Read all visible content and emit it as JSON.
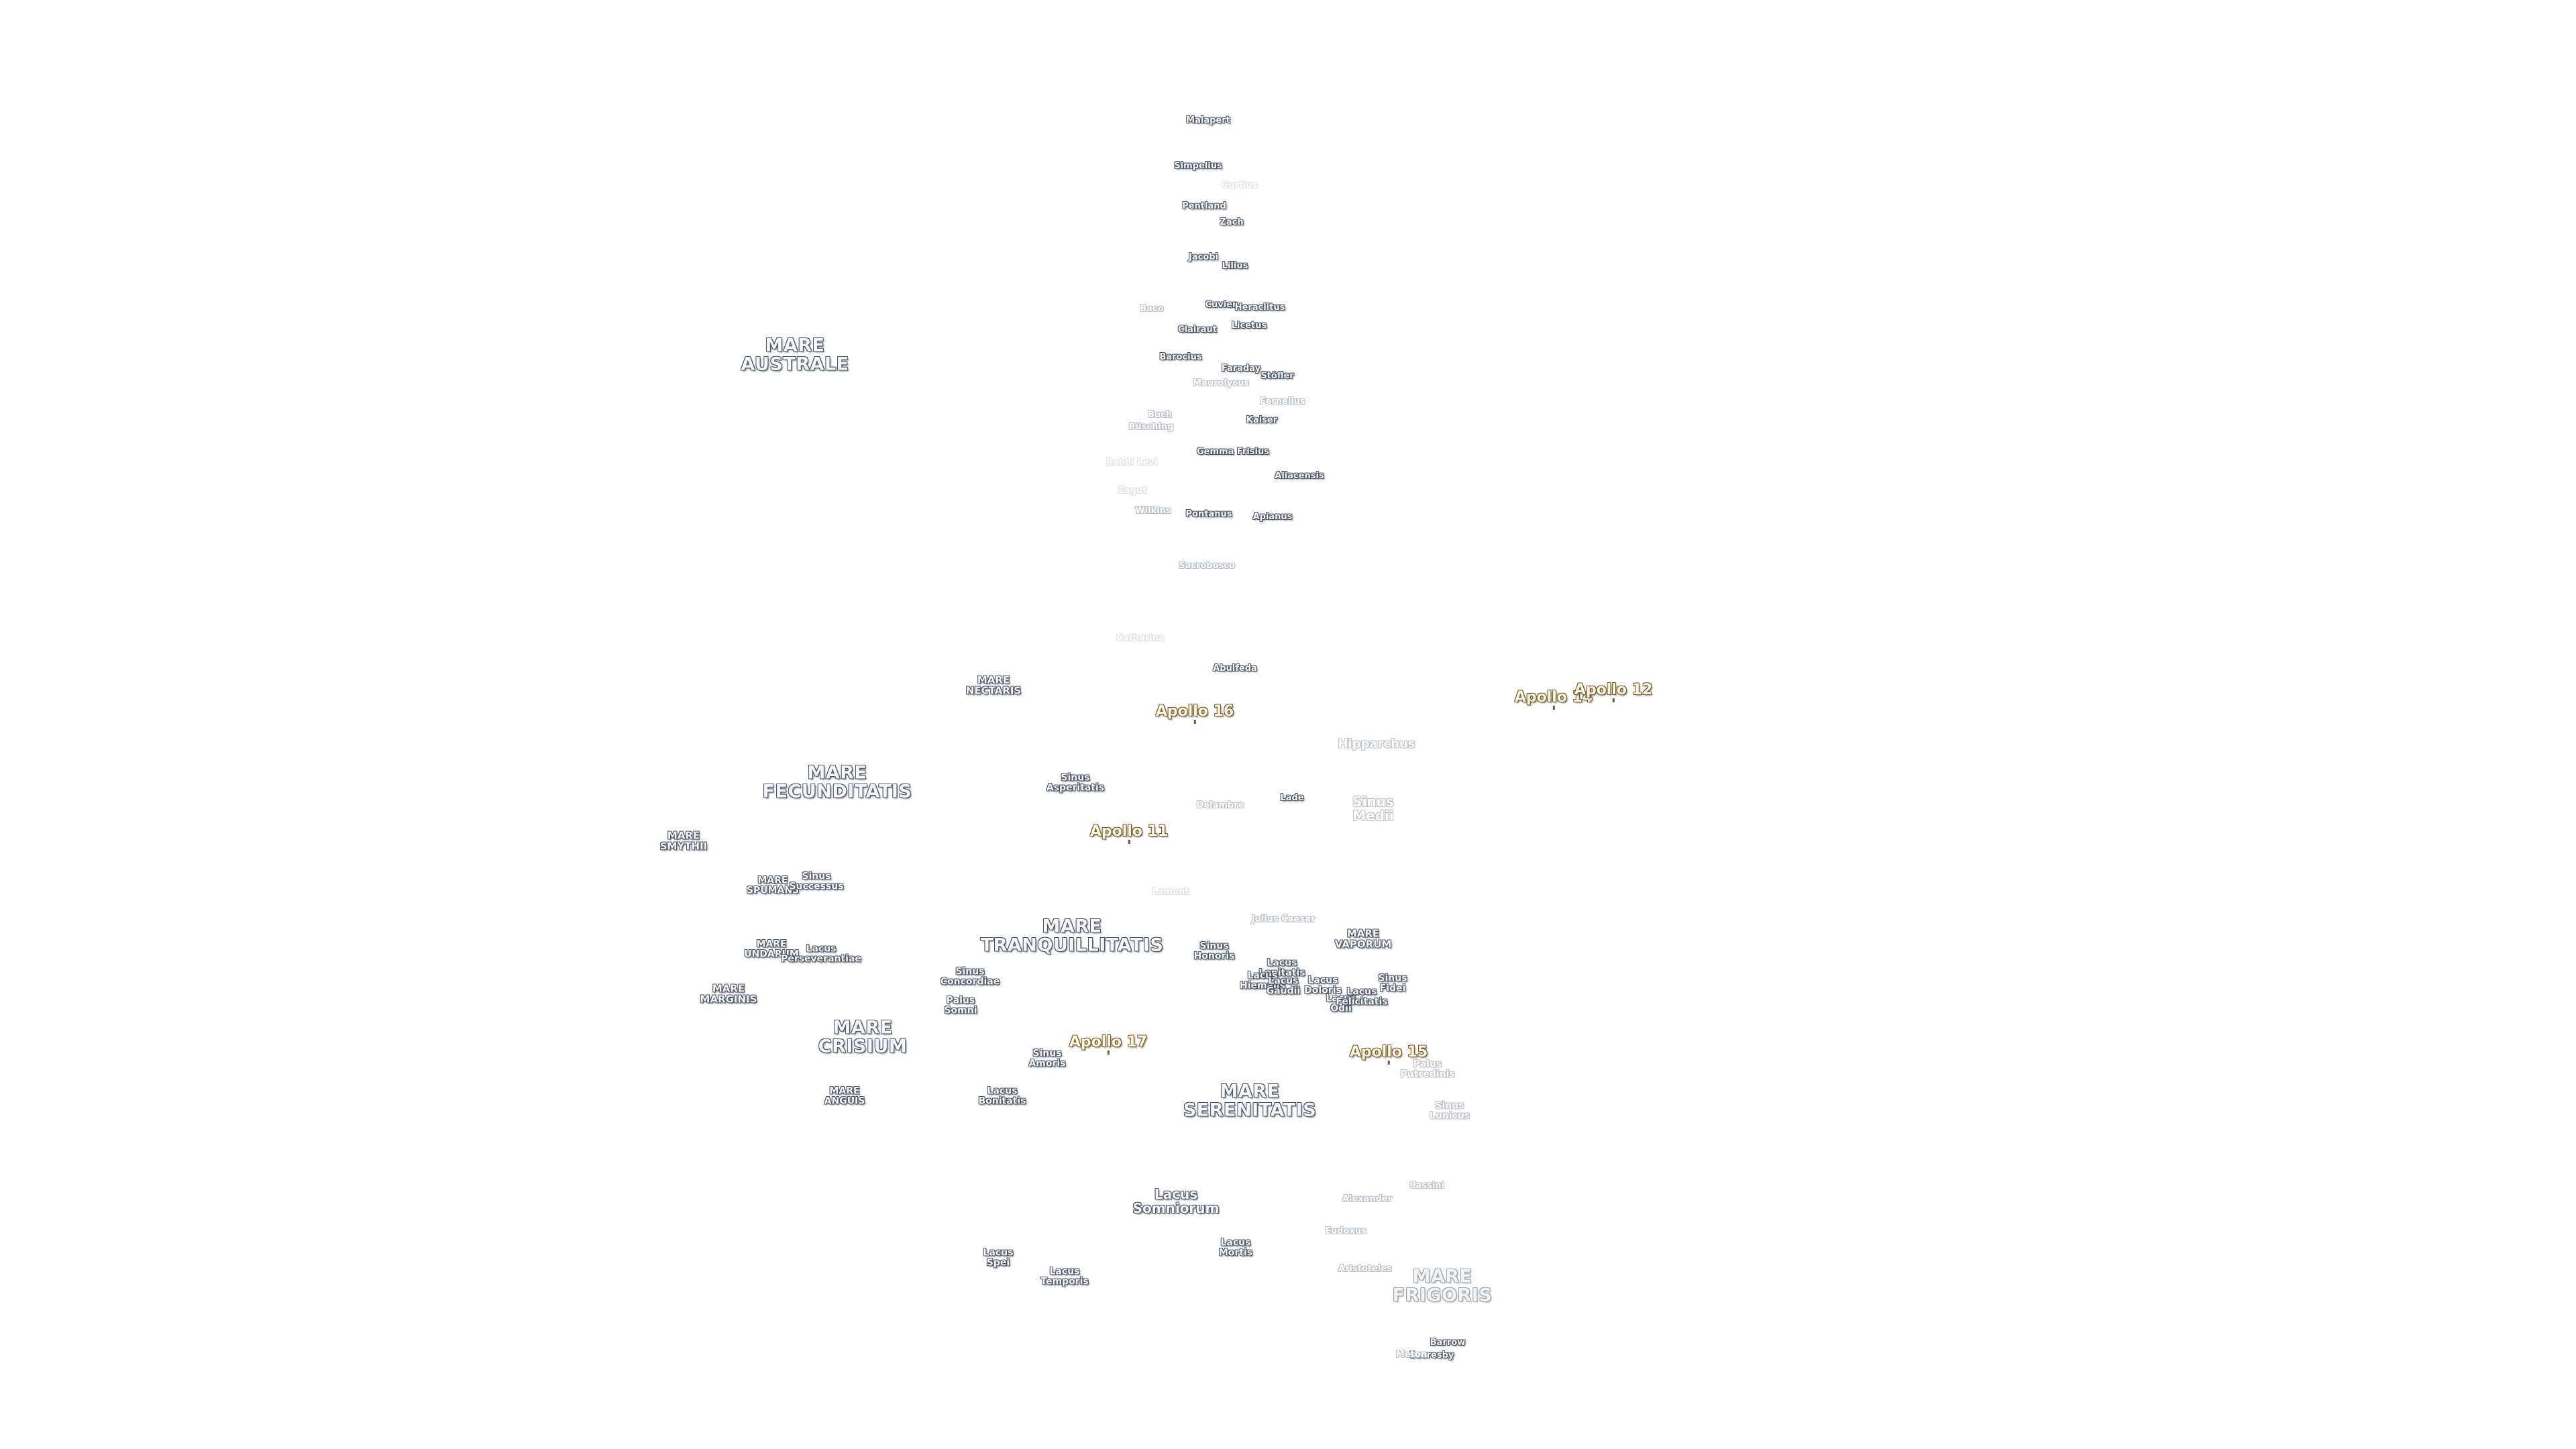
{
  "map": {
    "labels": [
      {
        "id": "mare-australe",
        "text": "MARE\nAUSTRALE",
        "kind": "mare"
      },
      {
        "id": "mare-nectaris",
        "text": "MARE\nNECTARIS",
        "kind": "mare-sm"
      },
      {
        "id": "mare-fecunditatis",
        "text": "MARE\nFECUNDITATIS",
        "kind": "mare"
      },
      {
        "id": "mare-smythii",
        "text": "MARE\nSMYTHII",
        "kind": "mare-sm"
      },
      {
        "id": "mare-spumans",
        "text": "MARE\nSPUMANS",
        "kind": "sinus"
      },
      {
        "id": "sinus-successus",
        "text": "Sinus\nSuccessus",
        "kind": "sinus"
      },
      {
        "id": "mare-undarum",
        "text": "MARE\nUNDARUM",
        "kind": "sinus"
      },
      {
        "id": "lacus-perseverantiae",
        "text": "Lacus\nPerseverantiae",
        "kind": "sinus"
      },
      {
        "id": "mare-marginis",
        "text": "MARE\nMARGINIS",
        "kind": "mare-sm"
      },
      {
        "id": "mare-crisium",
        "text": "MARE\nCRISIUM",
        "kind": "mare"
      },
      {
        "id": "mare-anguis",
        "text": "MARE\nANGUIS",
        "kind": "sinus"
      },
      {
        "id": "mare-tranquillitatis",
        "text": "MARE\nTRANQUILLITATIS",
        "kind": "mare"
      },
      {
        "id": "sinus-asperitatis",
        "text": "Sinus\nAsperitatis",
        "kind": "sinus"
      },
      {
        "id": "sinus-concordiae",
        "text": "Sinus\nConcordiae",
        "kind": "sinus"
      },
      {
        "id": "palus-somni",
        "text": "Palus\nSomni",
        "kind": "sinus"
      },
      {
        "id": "sinus-amoris",
        "text": "Sinus\nAmoris",
        "kind": "sinus"
      },
      {
        "id": "lacus-bonitatis",
        "text": "Lacus\nBonitatis",
        "kind": "sinus"
      },
      {
        "id": "mare-serenitatis",
        "text": "MARE\nSERENITATIS",
        "kind": "mare"
      },
      {
        "id": "mare-vaporum",
        "text": "MARE\nVAPORUM",
        "kind": "mare-sm"
      },
      {
        "id": "sinus-honoris",
        "text": "Sinus\nHonoris",
        "kind": "sinus"
      },
      {
        "id": "lacus-lenitatis",
        "text": "Lacus\nLenitatis",
        "kind": "sinus"
      },
      {
        "id": "lacus-hiemalis",
        "text": "Lacus\nHiemalis",
        "kind": "sinus"
      },
      {
        "id": "lacus-gaudii",
        "text": "Lacus\nGaudii",
        "kind": "sinus"
      },
      {
        "id": "lacus-doloris",
        "text": "Lacus\nDoloris",
        "kind": "sinus"
      },
      {
        "id": "lacus-odii",
        "text": "Lacus\nOdii",
        "kind": "sinus"
      },
      {
        "id": "lacus-felicitatis",
        "text": "Lacus\nFelicitatis",
        "kind": "sinus"
      },
      {
        "id": "sinus-fidei",
        "text": "Sinus\nFidei",
        "kind": "sinus"
      },
      {
        "id": "sinus-medii",
        "text": "Sinus\nMedii",
        "kind": "lake",
        "faded": true
      },
      {
        "id": "palus-putredinis",
        "text": "Palus\nPutredinis",
        "kind": "sinus",
        "faded": true
      },
      {
        "id": "sinus-lunicus",
        "text": "Sinus\nLunicus",
        "kind": "sinus",
        "faded": true
      },
      {
        "id": "lacus-somniorum",
        "text": "Lacus\nSomniorum",
        "kind": "lake"
      },
      {
        "id": "lacus-spei",
        "text": "Lacus\nSpei",
        "kind": "sinus"
      },
      {
        "id": "lacus-temporis",
        "text": "Lacus\nTemporis",
        "kind": "sinus"
      },
      {
        "id": "lacus-mortis",
        "text": "Lacus\nMortis",
        "kind": "sinus"
      },
      {
        "id": "mare-frigoris",
        "text": "MARE\nFRIGORIS",
        "kind": "mare",
        "light": true
      },
      {
        "id": "apollo-16",
        "text": "Apollo 16",
        "kind": "apollo"
      },
      {
        "id": "apollo-11",
        "text": "Apollo 11",
        "kind": "apollo"
      },
      {
        "id": "apollo-17",
        "text": "Apollo 17",
        "kind": "apollo"
      },
      {
        "id": "apollo-15",
        "text": "Apollo 15",
        "kind": "apollo"
      },
      {
        "id": "apollo-14",
        "text": "Apollo 14",
        "kind": "apollo"
      },
      {
        "id": "apollo-12",
        "text": "Apollo 12",
        "kind": "apollo"
      },
      {
        "id": "malapert",
        "text": "Malapert",
        "kind": "crater"
      },
      {
        "id": "simpelius",
        "text": "Simpelius",
        "kind": "crater"
      },
      {
        "id": "curtius",
        "text": "Curtius",
        "kind": "crater",
        "faded": "very"
      },
      {
        "id": "pentland",
        "text": "Pentland",
        "kind": "crater"
      },
      {
        "id": "zach",
        "text": "Zach",
        "kind": "crater"
      },
      {
        "id": "jacobi",
        "text": "Jacobi",
        "kind": "crater"
      },
      {
        "id": "lilius",
        "text": "Lilius",
        "kind": "crater"
      },
      {
        "id": "baco",
        "text": "Baco",
        "kind": "crater",
        "faded": true
      },
      {
        "id": "cuvier",
        "text": "Cuvier",
        "kind": "crater"
      },
      {
        "id": "heraclitus",
        "text": "Heraclitus",
        "kind": "crater"
      },
      {
        "id": "clairaut",
        "text": "Clairaut",
        "kind": "crater"
      },
      {
        "id": "licetus",
        "text": "Licetus",
        "kind": "crater"
      },
      {
        "id": "barocius",
        "text": "Barocius",
        "kind": "crater"
      },
      {
        "id": "faraday",
        "text": "Faraday",
        "kind": "crater"
      },
      {
        "id": "stoefler",
        "text": "Stöfler",
        "kind": "crater"
      },
      {
        "id": "maurolycus",
        "text": "Maurolycus",
        "kind": "crater",
        "faded": true
      },
      {
        "id": "fernelius",
        "text": "Fernelius",
        "kind": "crater",
        "faded": true
      },
      {
        "id": "buch",
        "text": "Buch",
        "kind": "crater",
        "faded": true
      },
      {
        "id": "busching",
        "text": "Büsching",
        "kind": "crater",
        "faded": true
      },
      {
        "id": "kaiser",
        "text": "Kaiser",
        "kind": "crater"
      },
      {
        "id": "gemma-frisius",
        "text": "Gemma Frisius",
        "kind": "crater"
      },
      {
        "id": "aliacensis",
        "text": "Aliacensis",
        "kind": "crater"
      },
      {
        "id": "rabbi-levi",
        "text": "Rabbi Levi",
        "kind": "crater",
        "faded": "very"
      },
      {
        "id": "zagut",
        "text": "Zagut",
        "kind": "crater",
        "faded": "very"
      },
      {
        "id": "wilkins",
        "text": "Wilkins",
        "kind": "crater",
        "faded": true
      },
      {
        "id": "pontanus",
        "text": "Pontanus",
        "kind": "crater"
      },
      {
        "id": "apianus",
        "text": "Apianus",
        "kind": "crater"
      },
      {
        "id": "sacrobosco",
        "text": "Sacrobosco",
        "kind": "crater",
        "faded": true
      },
      {
        "id": "catharina",
        "text": "Catharina",
        "kind": "crater",
        "faded": "very"
      },
      {
        "id": "abulfeda",
        "text": "Abulfeda",
        "kind": "crater"
      },
      {
        "id": "hipparchus",
        "text": "Hipparchus",
        "kind": "crater-lg",
        "faded": true
      },
      {
        "id": "delambre",
        "text": "Delambre",
        "kind": "crater",
        "faded": true
      },
      {
        "id": "lade",
        "text": "Lade",
        "kind": "crater"
      },
      {
        "id": "lamont",
        "text": "Lamont",
        "kind": "crater",
        "faded": "very"
      },
      {
        "id": "julius-caesar",
        "text": "Julius Caesar",
        "kind": "crater",
        "faded": true
      },
      {
        "id": "cassini",
        "text": "Cassini",
        "kind": "crater",
        "faded": true
      },
      {
        "id": "alexander",
        "text": "Alexander",
        "kind": "crater",
        "faded": true
      },
      {
        "id": "eudoxus",
        "text": "Eudoxus",
        "kind": "crater",
        "faded": true
      },
      {
        "id": "aristoteles",
        "text": "Aristoteles",
        "kind": "crater",
        "faded": true
      },
      {
        "id": "barrow",
        "text": "Barrow",
        "kind": "crater"
      },
      {
        "id": "scoresby",
        "text": "Scoresby",
        "kind": "crater"
      },
      {
        "id": "meton",
        "text": "Meton",
        "kind": "crater",
        "faded": true
      }
    ]
  }
}
